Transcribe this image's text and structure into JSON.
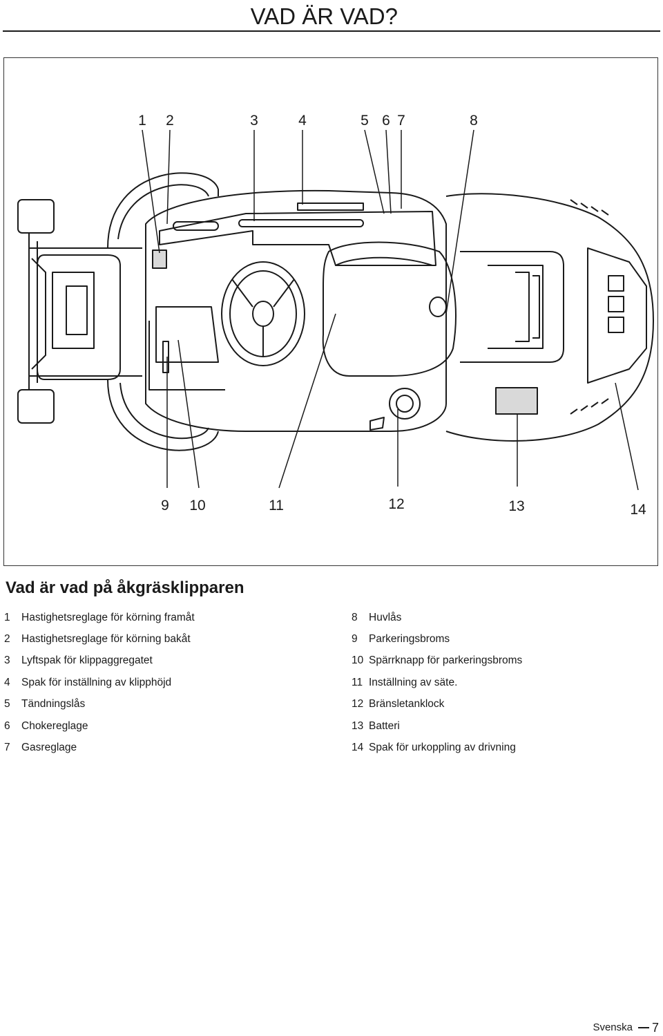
{
  "header": {
    "title": "VAD ÄR VAD?"
  },
  "figure": {
    "callouts_top": [
      "1",
      "2",
      "3",
      "4",
      "5",
      "6",
      "7",
      "8"
    ],
    "callouts_bottom": [
      "9",
      "10",
      "11",
      "12",
      "13",
      "14"
    ]
  },
  "section": {
    "heading": "Vad är vad på åkgräsklipparen"
  },
  "legend": {
    "left": [
      {
        "num": "1",
        "label": "Hastighetsreglage för körning framåt"
      },
      {
        "num": "2",
        "label": "Hastighetsreglage för körning bakåt"
      },
      {
        "num": "3",
        "label": "Lyftspak för klippaggregatet"
      },
      {
        "num": "4",
        "label": "Spak för inställning av klipphöjd"
      },
      {
        "num": "5",
        "label": "Tändningslås"
      },
      {
        "num": "6",
        "label": "Chokereglage"
      },
      {
        "num": "7",
        "label": "Gasreglage"
      }
    ],
    "right": [
      {
        "num": "8",
        "label": "Huvlås"
      },
      {
        "num": "9",
        "label": "Parkeringsbroms"
      },
      {
        "num": "10",
        "label": "Spärrknapp för parkeringsbroms"
      },
      {
        "num": "11",
        "label": "Inställning av säte."
      },
      {
        "num": "12",
        "label": "Bränsletanklock"
      },
      {
        "num": "13",
        "label": "Batteri"
      },
      {
        "num": "14",
        "label": "Spak för urkoppling av drivning"
      }
    ]
  },
  "footer": {
    "language": "Svenska",
    "page": "7"
  }
}
